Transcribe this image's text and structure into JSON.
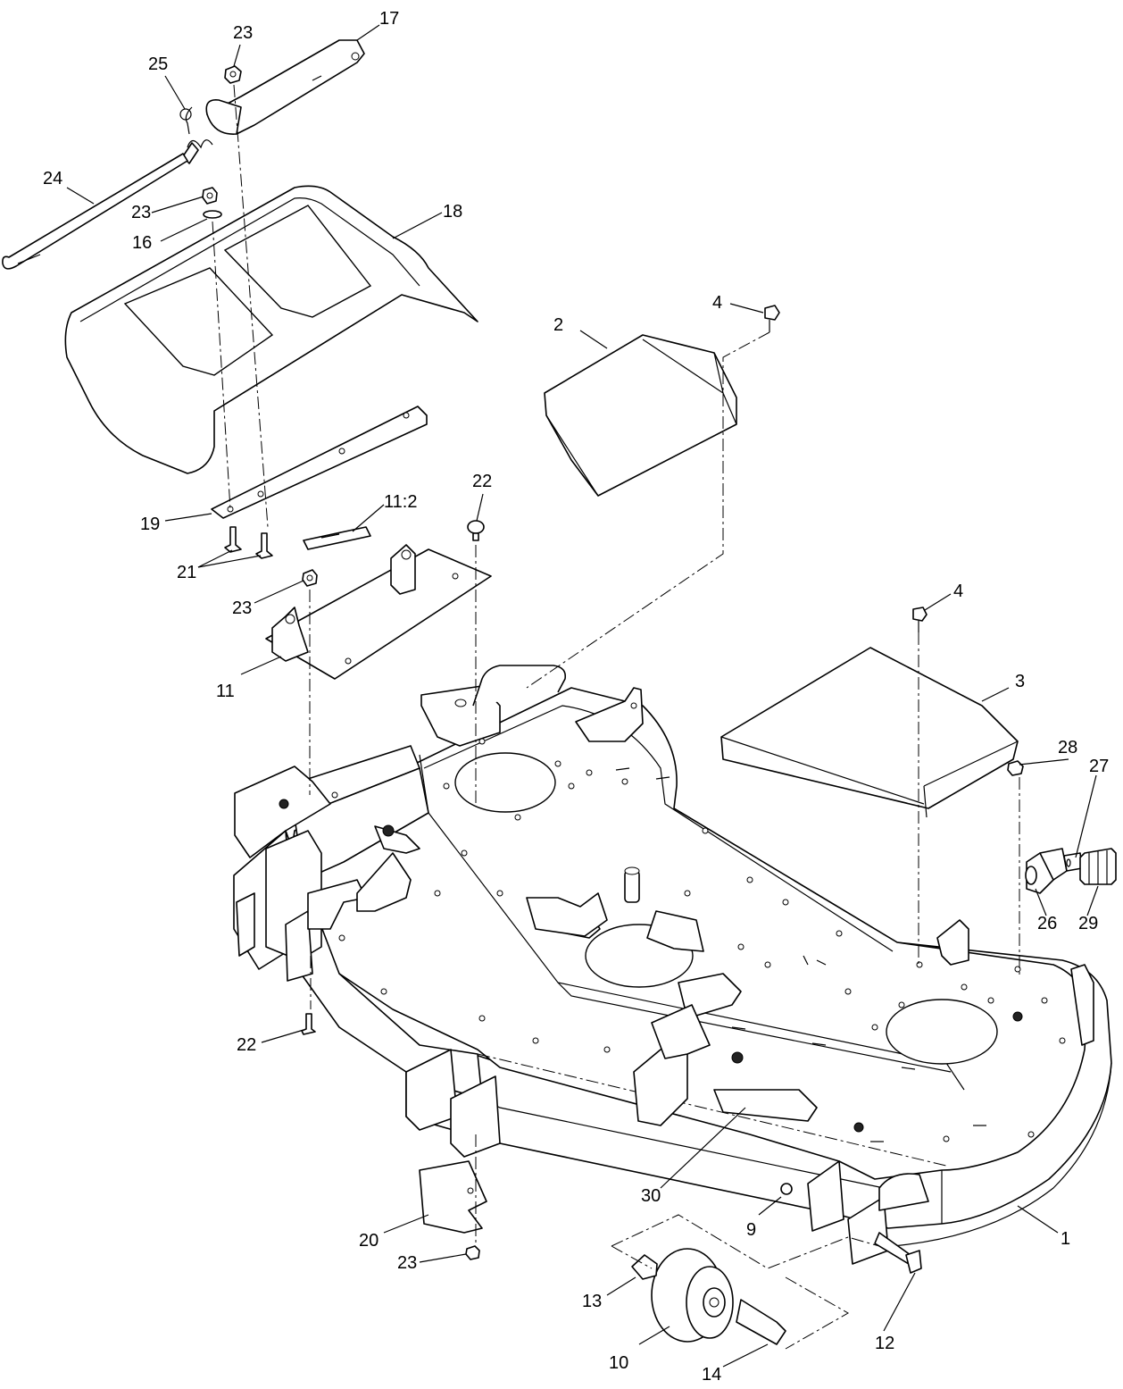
{
  "callouts": [
    {
      "id": "c1",
      "text": "1"
    },
    {
      "id": "c2",
      "text": "2"
    },
    {
      "id": "c3",
      "text": "3"
    },
    {
      "id": "c4a",
      "text": "4"
    },
    {
      "id": "c4b",
      "text": "4"
    },
    {
      "id": "c9",
      "text": "9"
    },
    {
      "id": "c10",
      "text": "10"
    },
    {
      "id": "c11",
      "text": "11"
    },
    {
      "id": "c11_2",
      "text": "11:2"
    },
    {
      "id": "c12",
      "text": "12"
    },
    {
      "id": "c13",
      "text": "13"
    },
    {
      "id": "c14",
      "text": "14"
    },
    {
      "id": "c16",
      "text": "16"
    },
    {
      "id": "c17",
      "text": "17"
    },
    {
      "id": "c18",
      "text": "18"
    },
    {
      "id": "c19",
      "text": "19"
    },
    {
      "id": "c20",
      "text": "20"
    },
    {
      "id": "c21",
      "text": "21"
    },
    {
      "id": "c22a",
      "text": "22"
    },
    {
      "id": "c22b",
      "text": "22"
    },
    {
      "id": "c23a",
      "text": "23"
    },
    {
      "id": "c23b",
      "text": "23"
    },
    {
      "id": "c23c",
      "text": "23"
    },
    {
      "id": "c23d",
      "text": "23"
    },
    {
      "id": "c24",
      "text": "24"
    },
    {
      "id": "c25",
      "text": "25"
    },
    {
      "id": "c26",
      "text": "26"
    },
    {
      "id": "c27",
      "text": "27"
    },
    {
      "id": "c28",
      "text": "28"
    },
    {
      "id": "c29",
      "text": "29"
    },
    {
      "id": "c30",
      "text": "30"
    }
  ]
}
